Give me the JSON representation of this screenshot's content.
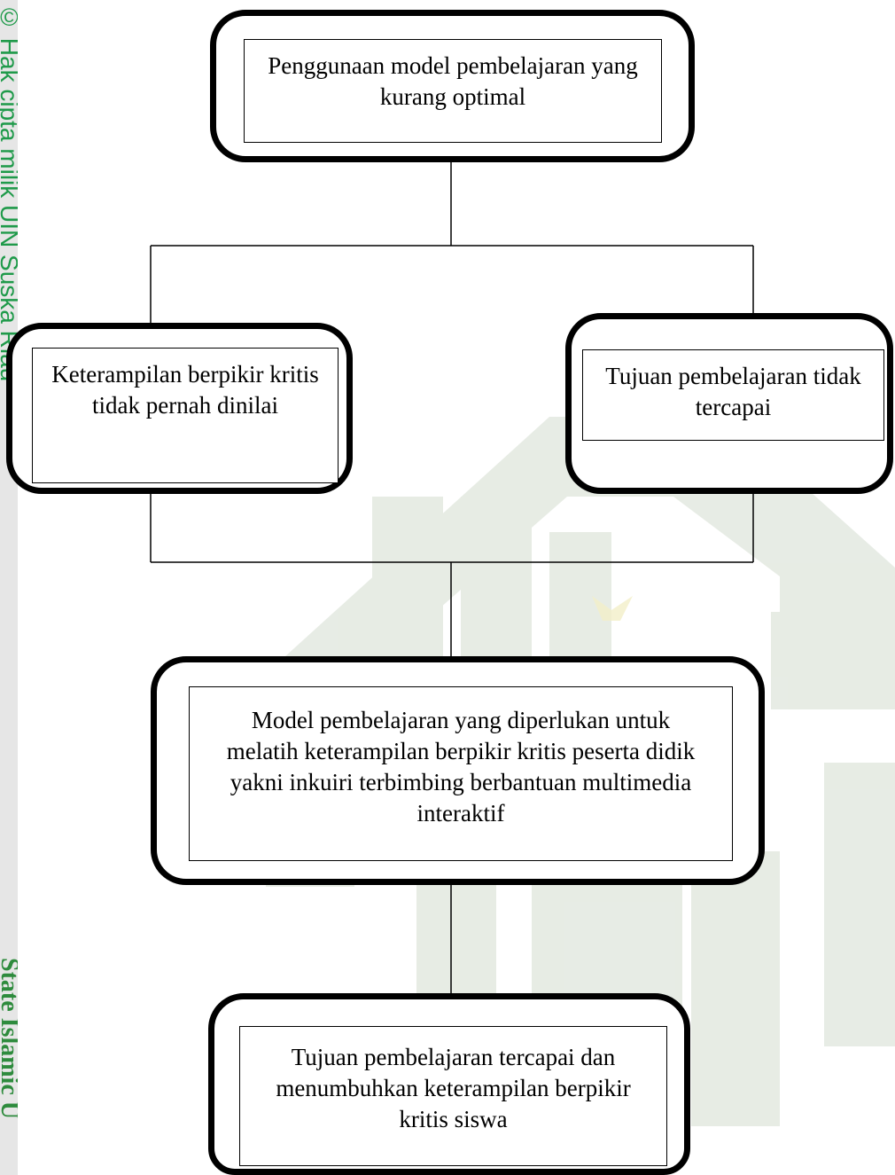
{
  "watermark": {
    "side_text_top": "© Hak cipta milik UIN Suska Riau",
    "side_text_bottom": "State Islamic U",
    "logo_icon": "uin-suska-logo-watermark",
    "side_color": "#1f9a4a"
  },
  "flowchart": {
    "problem": "Penggunaan model pembelajaran yang kurang optimal",
    "cause_left": "Keterampilan berpikir kritis tidak pernah dinilai",
    "cause_right": "Tujuan pembelajaran tidak tercapai",
    "solution": "Model pembelajaran yang diperlukan untuk melatih keterampilan berpikir kritis peserta didik yakni inkuiri terbimbing berbantuan multimedia interaktif",
    "outcome": "Tujuan pembelajaran tercapai dan menumbuhkan keterampilan berpikir kritis siswa"
  }
}
